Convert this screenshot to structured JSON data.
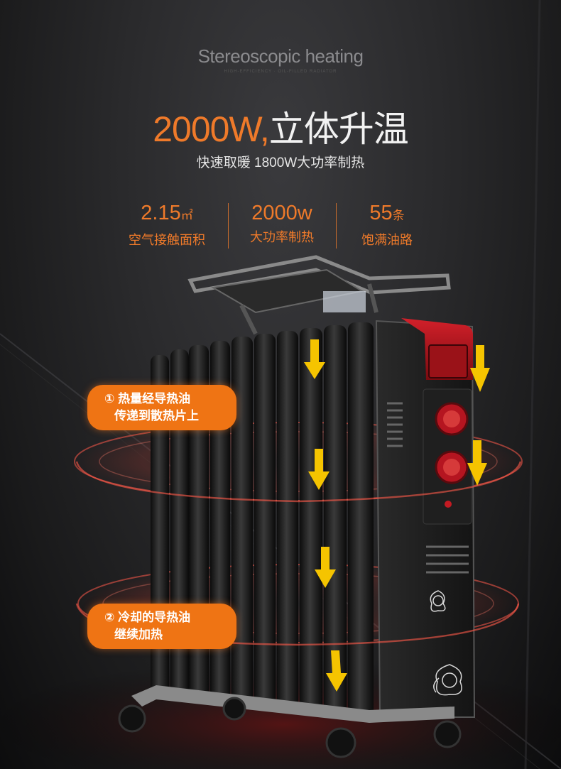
{
  "header": {
    "title_en": "Stereoscopic heating",
    "title_en_sub": "HIGH-EFFICIENCY · OIL-FILLED RADIATOR",
    "headline_watt": "2000W,",
    "headline_cn": "立体升温",
    "subhead": "快速取暖 1800W大功率制热"
  },
  "specs": [
    {
      "value": "2.15",
      "unit": "㎡",
      "label": "空气接触面积"
    },
    {
      "value": "2000",
      "unit": "w",
      "label": "大功率制热"
    },
    {
      "value": "55",
      "unit": "条",
      "label": "饱满油路"
    }
  ],
  "badges": {
    "step1_line1": "① 热量经导热油",
    "step1_line2": "传递到散热片上",
    "step2_line1": "② 冷却的导热油",
    "step2_line2": "继续加热"
  },
  "colors": {
    "accent": "#ef7a2a",
    "badge_bg": "#ef7414",
    "heater_body": "#1a1a1a",
    "panel_red": "#b5121b",
    "arrow_yellow": "#f5c400"
  },
  "icons": [
    "down-arrow-icon",
    "flower-icon",
    "control-knob-icon"
  ]
}
